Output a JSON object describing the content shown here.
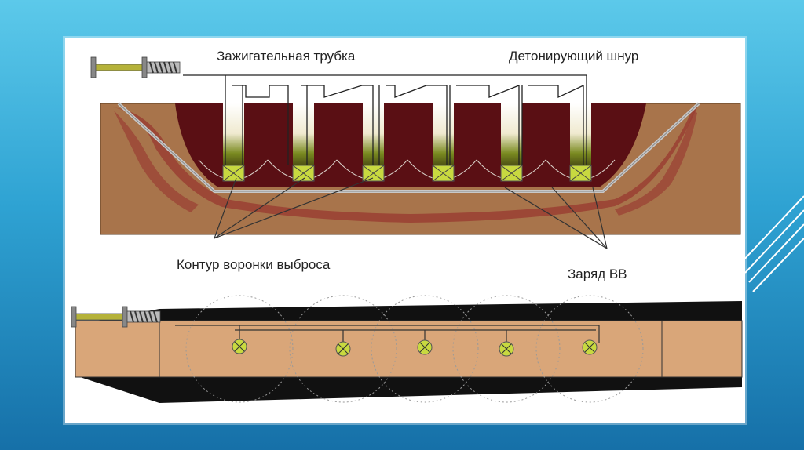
{
  "labels": {
    "fuse_tube": "Зажигательная трубка",
    "detonating_cord": "Детонирующий шнур",
    "crater_contour": "Контур воронки выброса",
    "explosive_charge": "Заряд ВВ"
  },
  "colors": {
    "background_top": "#5cc9ea",
    "background_bottom": "#1670a8",
    "soil": "#a8744b",
    "soil_dark": "#9a3f33",
    "pit_fill": "#5a0f14",
    "charge_fill": "#c8d940",
    "plan_fill": "#d9a679",
    "plan_dark": "#111111"
  },
  "icons": [
    "fuse-igniter-icon",
    "charge-x-icon"
  ]
}
